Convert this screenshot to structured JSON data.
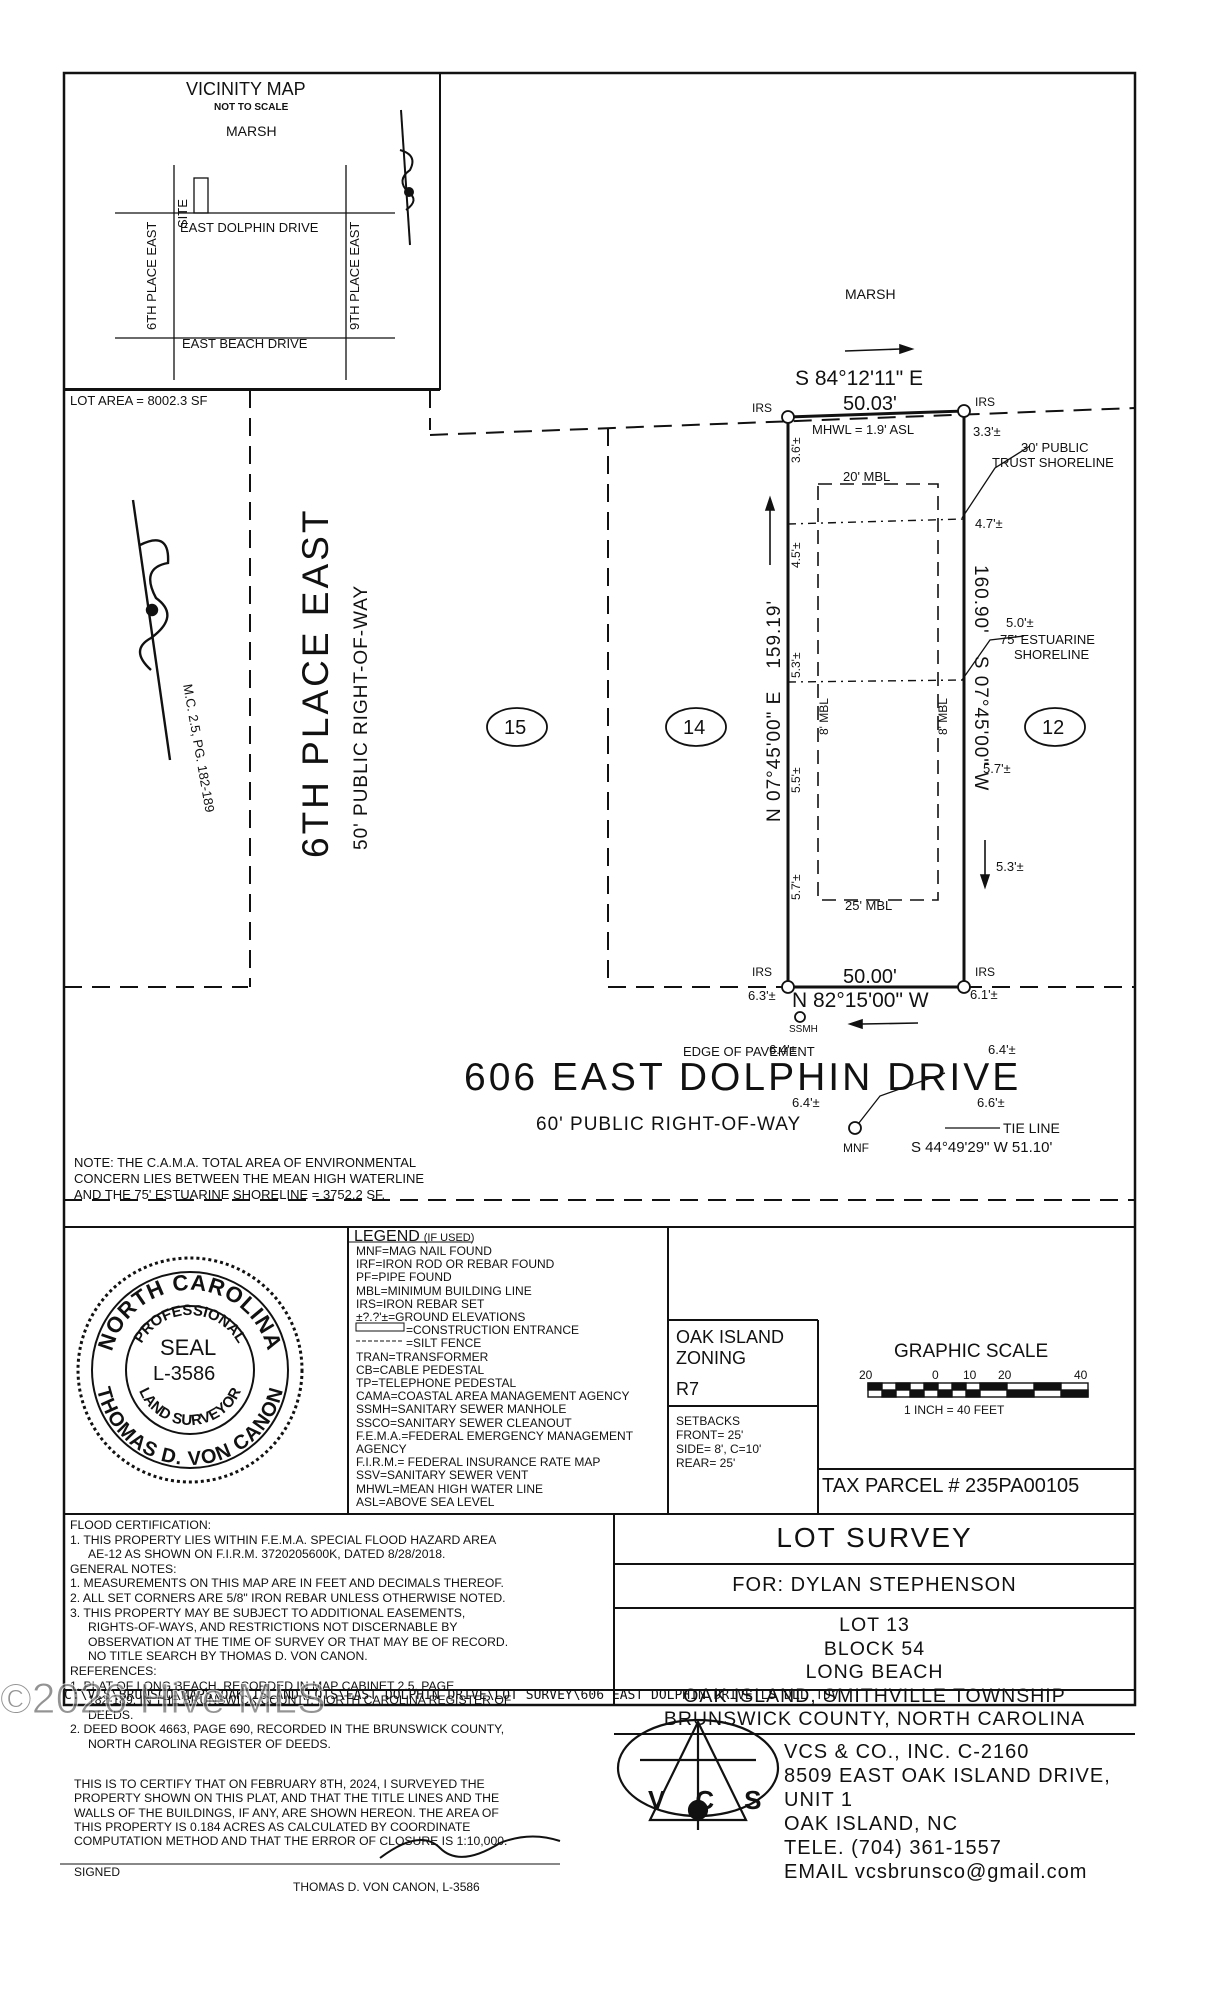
{
  "vicinity": {
    "title": "VICINITY MAP",
    "scale_note": "NOT TO SCALE",
    "marsh": "MARSH",
    "site": "SITE",
    "north_street": "EAST DOLPHIN DRIVE",
    "south_street": "EAST BEACH DRIVE",
    "west_street": "6TH PLACE EAST",
    "east_street": "9TH PLACE EAST"
  },
  "plat": {
    "lot_area": "LOT AREA = 8002.3 SF",
    "marsh": "MARSH",
    "north_bearing": "S 84°12'11\" E",
    "north_distance": "50.03'",
    "south_bearing": "N 82°15'00\" W",
    "south_distance": "50.00'",
    "west_bearing": "N 07°45'00\" E",
    "west_distance": "159.19'",
    "east_bearing": "S 07°45'00\" W",
    "east_distance": "160.90'",
    "irs": "IRS",
    "mhwl": "MHWL = 1.9' ASL",
    "front_mbl": "20' MBL",
    "rear_mbl": "25' MBL",
    "side_mbl": "8' MBL",
    "public_trust": [
      "30' PUBLIC",
      "TRUST SHORELINE"
    ],
    "estuarine": [
      "75' ESTUARINE",
      "SHORELINE"
    ],
    "street_west": "6TH PLACE EAST",
    "row_west": "50' PUBLIC RIGHT-OF-WAY",
    "mc_ref": "M.C. 2.5, PG. 182-189",
    "lots": [
      "15",
      "14",
      "12"
    ],
    "address": "606 EAST DOLPHIN DRIVE",
    "row_south": "60' PUBLIC RIGHT-OF-WAY",
    "edge_pavement": "EDGE OF PAVEMENT",
    "ssmh": "SSMH",
    "mnf": "MNF",
    "tie_line": "TIE LINE",
    "tie_bearing": "S 44°49'29\" W 51.10'",
    "elev": {
      "e1": "3.3'±",
      "e2": "3.6'±",
      "e3": "4.7'±",
      "e4": "4.5'±",
      "e5": "5.0'±",
      "e6": "5.3'±",
      "e7": "5.5'±",
      "e8": "5.7'±",
      "e9": "5.3'±",
      "e10": "5.7'±",
      "e11": "6.3'±",
      "e12": "6.1'±",
      "e13": "6.4'±",
      "e14": "6.4'±",
      "e15": "6.6'±"
    },
    "cama_note": [
      "NOTE: THE C.A.M.A. TOTAL AREA OF ENVIRONMENTAL",
      "CONCERN LIES BETWEEN THE MEAN HIGH WATERLINE",
      "AND THE 75' ESTUARINE SHORELINE = 3752.2 SF."
    ]
  },
  "seal": {
    "top": "NORTH CAROLINA",
    "professional": "PROFESSIONAL",
    "seal": "SEAL",
    "license": "L-3586",
    "land": "LAND SURVEYOR",
    "name": "THOMAS D. VON CANON"
  },
  "legend": {
    "title": "LEGEND",
    "used": "(IF USED)",
    "items": [
      "MNF=MAG NAIL FOUND",
      "IRF=IRON ROD OR REBAR FOUND",
      "PF=PIPE FOUND",
      "MBL=MINIMUM BUILDING LINE",
      "IRS=IRON REBAR SET",
      "±?.?'±=GROUND ELEVATIONS",
      "=CONSTRUCTION ENTRANCE",
      "=SILT FENCE",
      "TRAN=TRANSFORMER",
      "CB=CABLE PEDESTAL",
      "TP=TELEPHONE PEDESTAL",
      "CAMA=COASTAL AREA MANAGEMENT AGENCY",
      "SSMH=SANITARY SEWER MANHOLE",
      "SSCO=SANITARY SEWER CLEANOUT",
      "F.E.M.A.=FEDERAL EMERGENCY MANAGEMENT",
      "AGENCY",
      "F.I.R.M.= FEDERAL INSURANCE RATE MAP",
      "SSV=SANITARY SEWER VENT",
      "MHWL=MEAN HIGH WATER LINE",
      "ASL=ABOVE SEA LEVEL"
    ]
  },
  "zoning": {
    "name": [
      "OAK ISLAND",
      "ZONING"
    ],
    "code": "R7",
    "setbacks": [
      "SETBACKS",
      "FRONT= 25'",
      "SIDE= 8', C=10'",
      "REAR= 25'"
    ]
  },
  "scale": {
    "title": "GRAPHIC SCALE",
    "ticks": [
      "20",
      "0",
      "10",
      "20",
      "40"
    ],
    "ratio": "1 INCH = 40 FEET"
  },
  "tax_parcel": "TAX PARCEL # 235PA00105",
  "notes": {
    "lines": [
      "FLOOD CERTIFICATION:",
      "1.  THIS PROPERTY LIES WITHIN F.E.M.A. SPECIAL FLOOD HAZARD AREA",
      "     AE-12 AS SHOWN ON F.I.R.M. 3720205600K, DATED 8/28/2018.",
      "GENERAL NOTES:",
      "1.  MEASUREMENTS ON THIS MAP ARE IN FEET AND DECIMALS THEREOF.",
      "2.  ALL SET CORNERS ARE 5/8\" IRON REBAR UNLESS OTHERWISE NOTED.",
      "3.  THIS PROPERTY MAY BE SUBJECT TO ADDITIONAL EASEMENTS,",
      "     RIGHTS-OF-WAYS, AND RESTRICTIONS NOT DISCERNABLE BY",
      "     OBSERVATION AT THE TIME OF SURVEY OR THAT MAY BE OF RECORD.",
      "     NO TITLE SEARCH BY THOMAS D. VON CANON.",
      "REFERENCES:",
      "1.  PLAT OF LONG BEACH, RECORDED IN MAP CABINET 2.5, PAGE",
      "     182-189, IN THE BRUNSWICK COUNTY, NORTH CAROLINA REGISTER OF",
      "     DEEDS.",
      "2.  DEED BOOK 4663, PAGE 690, RECORDED IN THE BRUNSWICK COUNTY,",
      "     NORTH CAROLINA REGISTER OF DEEDS."
    ],
    "certify": [
      "THIS IS TO CERTIFY THAT ON FEBRUARY 8TH, 2024, I SURVEYED THE",
      "PROPERTY SHOWN ON THIS PLAT, AND THAT THE TITLE LINES AND THE",
      "WALLS OF THE BUILDINGS, IF ANY, ARE SHOWN HEREON. THE AREA OF",
      "THIS PROPERTY IS 0.184 ACRES AS CALCULATED BY COORDINATE",
      "COMPUTATION METHOD AND THAT THE ERROR OF CLOSURE IS 1:10,000."
    ],
    "signed": "SIGNED",
    "signer": "THOMAS D. VON CANON, L-3586"
  },
  "title_block": {
    "title": "LOT SURVEY",
    "for": "FOR: DYLAN STEPHENSON",
    "lines": [
      "LOT 13",
      "BLOCK 54",
      "LONG BEACH",
      "OAK ISLAND, SMITHVILLE TOWNSHIP",
      "BRUNSWICK COUNTY, NORTH CAROLINA"
    ]
  },
  "firm": {
    "logo": "VCS",
    "lines": [
      "VCS & CO., INC. C-2160",
      "8509 EAST OAK ISLAND DRIVE,",
      "UNIT 1",
      "OAK ISLAND, NC",
      "TELE. (704) 361-1557",
      "EMAIL vcsbrunsco@gmail.com"
    ]
  },
  "file_path": "C:\\VCS\\BRUNSCO\\MAPS\\OAK ISLAND\\LOTS\\EAST DOLPHIN DRIVE\\LOT SURVEY\\606 EAST DOLPHIN DRIVE LS DLL TDV",
  "watermark": "©2026 Hive MLS"
}
